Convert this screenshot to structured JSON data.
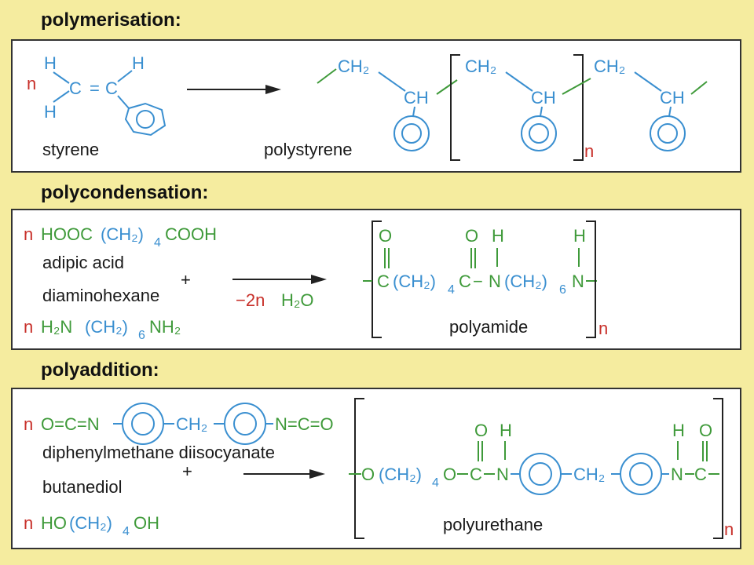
{
  "sections": {
    "polymerisation": {
      "heading": "polymerisation:",
      "n": "n",
      "h": "H",
      "c": "C",
      "eq": "=",
      "ch2": "CH₂",
      "ch": "CH",
      "reactant": "styrene",
      "product": "polystyrene"
    },
    "polycondensation": {
      "heading": "polycondensation:",
      "n": "n",
      "acid_formula_a": "HOOC",
      "acid_formula_b": "(CH₂)",
      "acid_formula_sub": "4",
      "acid_formula_c": "COOH",
      "acid_name": "adipic acid",
      "plus": "+",
      "amine_name": "diaminohexane",
      "amine_formula_a": "H₂N",
      "amine_formula_b": "(CH₂)",
      "amine_formula_sub": "6",
      "amine_formula_c": "NH₂",
      "byproduct_a": "−2n",
      "byproduct_b": "H₂O",
      "o": "O",
      "h": "H",
      "c": "C",
      "dash": "−",
      "nn": "N",
      "ch2": "(CH₂)",
      "sub4": "4",
      "sub6": "6",
      "product": "polyamide"
    },
    "polyaddition": {
      "heading": "polyaddition:",
      "n": "n",
      "oc_n": "O=C=N",
      "ch2": "CH₂",
      "n_co": "N=C=O",
      "isocyanate_name": "diphenylmethane diisocyanate",
      "plus": "+",
      "diol_name": "butanediol",
      "diol_formula_a": "HO",
      "diol_formula_b": "(CH₂)",
      "diol_formula_sub": "4",
      "diol_formula_c": "OH",
      "pu_o": "O",
      "pu_ch2": "(CH₂)",
      "pu_sub4": "4",
      "pu_o2": "O",
      "pu_c": "C",
      "pu_n": "N",
      "pu_h": "H",
      "pu_ch2b": "CH₂",
      "product": "polyurethane"
    }
  }
}
